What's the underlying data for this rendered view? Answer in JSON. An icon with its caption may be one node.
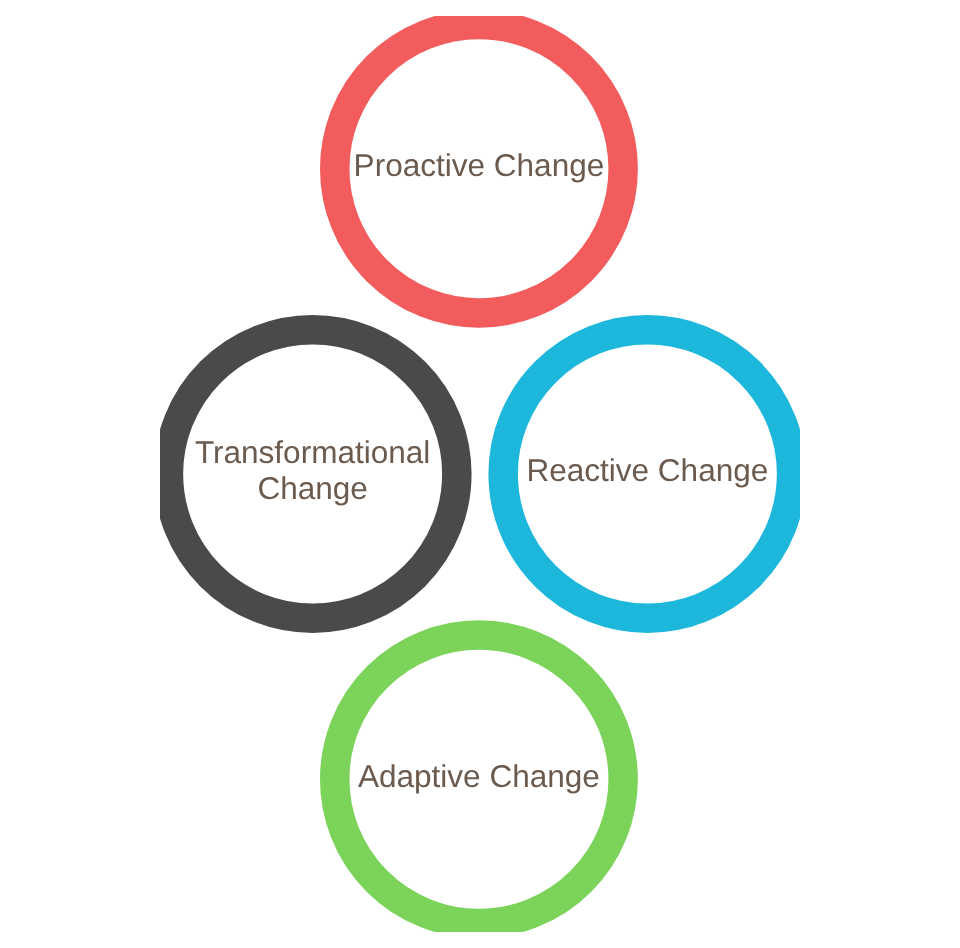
{
  "diagram": {
    "nodes": [
      {
        "text": [
          "Proactive Change"
        ]
      },
      {
        "text": [
          "Transformational Change"
        ]
      },
      {
        "text": [
          "Reactive Change"
        ]
      },
      {
        "text": [
          "Adaptive Change"
        ]
      }
    ]
  }
}
